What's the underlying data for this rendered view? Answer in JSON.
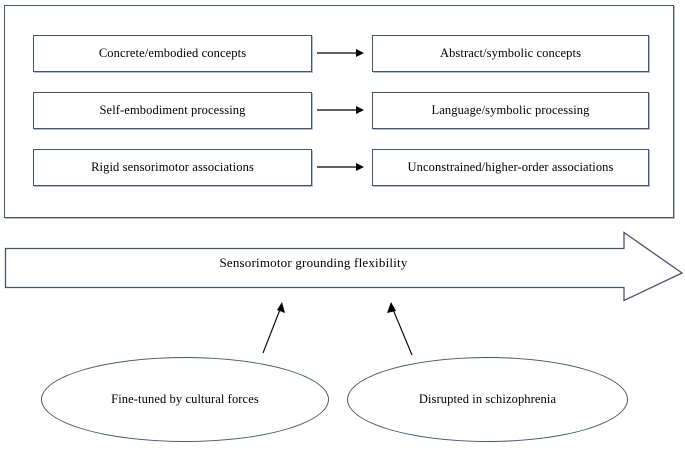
{
  "figure": {
    "accent_color": "#44546a",
    "background": "#ffffff",
    "text_color": "#000000"
  },
  "framed_panel": {
    "pairs": [
      {
        "left_label": "Concrete/embodied concepts",
        "arrow": "right-arrow-icon",
        "right_label": "Abstract/symbolic concepts"
      },
      {
        "left_label": "Self-embodiment processing",
        "arrow": "right-arrow-icon",
        "right_label": "Language/symbolic  processing"
      },
      {
        "left_label": "Rigid sensorimotor associations",
        "arrow": "right-arrow-icon",
        "right_label": "Unconstrained/higher-order  associations"
      }
    ]
  },
  "banner": {
    "label": "Sensorimotor grounding flexibility",
    "shape": "right-block-arrow"
  },
  "ellipses": [
    {
      "label": "Fine-tuned by cultural forces"
    },
    {
      "label": "Disrupted in schizophrenia"
    }
  ],
  "connectors": [
    {
      "from": "Fine-tuned by cultural forces",
      "to": "Sensorimotor grounding flexibility"
    },
    {
      "from": "Disrupted in schizophrenia",
      "to": "Sensorimotor grounding flexibility"
    }
  ]
}
